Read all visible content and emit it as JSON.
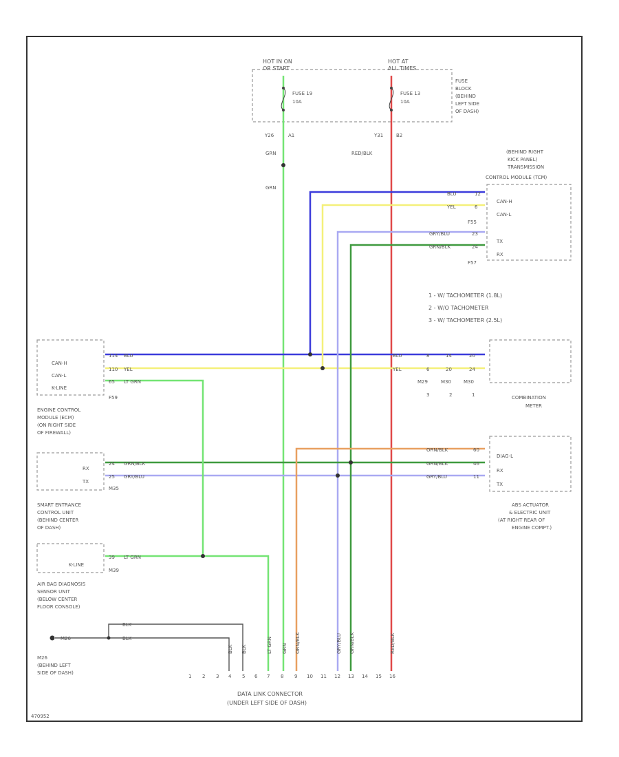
{
  "colors": {
    "green": "#74e474",
    "red": "#e04848",
    "blue": "#3b3bdb",
    "yellow": "#f4f07a",
    "lavender": "#a9a9f2",
    "dkgreen": "#3f9a3f",
    "orange": "#e8a060",
    "black": "#555555"
  },
  "top": {
    "hot1": [
      "HOT IN ON",
      "OR START"
    ],
    "hot2": [
      "HOT AT",
      "ALL TIMES"
    ],
    "fuse1": [
      "FUSE 19",
      "10A"
    ],
    "fuse2": [
      "FUSE 13",
      "10A"
    ],
    "fuse_block": [
      "FUSE",
      "BLOCK",
      "(BEHIND",
      "LEFT SIDE",
      "OF DASH)"
    ],
    "pin1": [
      "Y26",
      "A1"
    ],
    "pin2": [
      "Y31",
      "B2"
    ],
    "wire1": "GRN",
    "wire1b": "GRN",
    "wire2": "RED/BLK"
  },
  "tcm": {
    "title": [
      "(BEHIND RIGHT",
      "KICK PANEL)",
      "TRANSMISSION",
      "CONTROL MODULE (TCM)"
    ],
    "pins": [
      "CAN-H",
      "CAN-L",
      "TX",
      "RX"
    ],
    "wires": [
      "BLU",
      "YEL",
      "GRY/BLU",
      "GRN/BLK"
    ],
    "pinnums": [
      "12",
      "6",
      "23",
      "24"
    ],
    "conns": [
      "F55",
      "F57"
    ]
  },
  "legend": [
    "1 - W/ TACHOMETER (1.8L)",
    "2 - W/O TACHOMETER",
    "3 - W/ TACHOMETER (2.5L)"
  ],
  "ecm": {
    "pins": [
      "CAN-H",
      "CAN-L",
      "K-LINE"
    ],
    "pinnums": [
      "114",
      "110",
      "65"
    ],
    "wires": [
      "BLU",
      "YEL",
      "LT GRN"
    ],
    "conn": "F59",
    "title": [
      "ENGINE CONTROL",
      "MODULE (ECM)",
      "(ON RIGHT SIDE",
      "OF FIREWALL)"
    ]
  },
  "meter": {
    "wires": [
      "BLU",
      "YEL"
    ],
    "pins1": [
      "8",
      "6"
    ],
    "pins2": [
      "14",
      "20"
    ],
    "pins3": [
      "20",
      "24"
    ],
    "conns": [
      "M29",
      "M30",
      "M30"
    ],
    "variants": [
      "3",
      "2",
      "1"
    ],
    "title": [
      "COMBINATION",
      "METER"
    ]
  },
  "smart": {
    "pins": [
      "RX",
      "TX"
    ],
    "pinnums": [
      "24",
      "25"
    ],
    "wires": [
      "GRN/BLK",
      "GRY/BLU"
    ],
    "conn": "M35",
    "title": [
      "SMART ENTRANCE",
      "CONTROL UNIT",
      "(BEHIND CENTER",
      "OF DASH)"
    ]
  },
  "abs": {
    "pins": [
      "DIAG-L",
      "RX",
      "TX"
    ],
    "pinnums": [
      "60",
      "46",
      "11"
    ],
    "wires": [
      "ORN/BLK",
      "GRN/BLK",
      "GRY/BLU"
    ],
    "title": [
      "ABS ACTUATOR",
      "& ELECTRIC UNIT",
      "(AT RIGHT REAR OF",
      "ENGINE COMPT.)"
    ]
  },
  "airbag": {
    "pin": "K-LINE",
    "pinnum": "39",
    "wire": "LT GRN",
    "conn": "M39",
    "title": [
      "AIR BAG DIAGNOSIS",
      "SENSOR UNIT",
      "(BELOW CENTER",
      "FLOOR CONSOLE)"
    ]
  },
  "ground": {
    "label": "M26",
    "wire": "BLK",
    "title": [
      "M26",
      "(BEHIND LEFT",
      "SIDE OF DASH)"
    ]
  },
  "dlc": {
    "vert_labels": [
      "BLK",
      "BLK",
      "LT GRN",
      "GRN",
      "ORN/BLK",
      "GRY/BLU",
      "GRN/BLK",
      "RED/BLK"
    ],
    "pins": [
      "1",
      "2",
      "3",
      "4",
      "5",
      "6",
      "7",
      "8",
      "9",
      "10",
      "11",
      "12",
      "13",
      "14",
      "15",
      "16"
    ],
    "title": [
      "DATA LINK CONNECTOR",
      "(UNDER LEFT SIDE OF DASH)"
    ]
  },
  "corner_id": "470952"
}
